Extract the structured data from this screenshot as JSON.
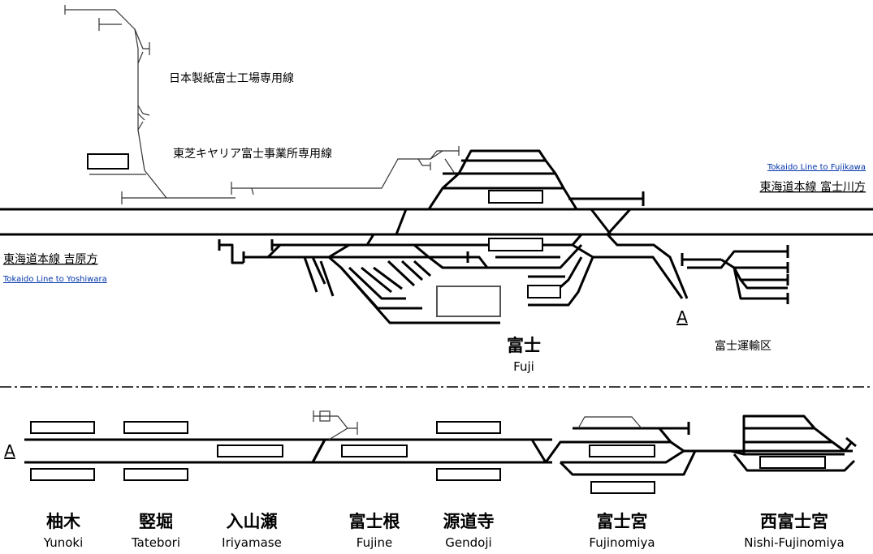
{
  "top": {
    "siding_nippon_seishi": "日本製紙富士工場専用線",
    "siding_toshiba": "東芝キヤリア富士事業所専用線",
    "toward_fujikawa_en": "Tokaido Line to Fujikawa",
    "toward_fujikawa_jp": "東海道本線 富士川方",
    "toward_yoshiwara_jp": "東海道本線 吉原方",
    "toward_yoshiwara_en": "Tokaido Line to Yoshiwara",
    "station_jp": "富士",
    "station_en": "Fuji",
    "depot": "富士運輸区",
    "connector": "A"
  },
  "bottom": {
    "connector": "A",
    "stations": [
      {
        "jp": "柚木",
        "en": "Yunoki"
      },
      {
        "jp": "竪堀",
        "en": "Tatebori"
      },
      {
        "jp": "入山瀬",
        "en": "Iriyamase"
      },
      {
        "jp": "富士根",
        "en": "Fujine"
      },
      {
        "jp": "源道寺",
        "en": "Gendoji"
      },
      {
        "jp": "富士宮",
        "en": "Fujinomiya"
      },
      {
        "jp": "西富士宮",
        "en": "Nishi-Fujinomiya"
      }
    ]
  }
}
